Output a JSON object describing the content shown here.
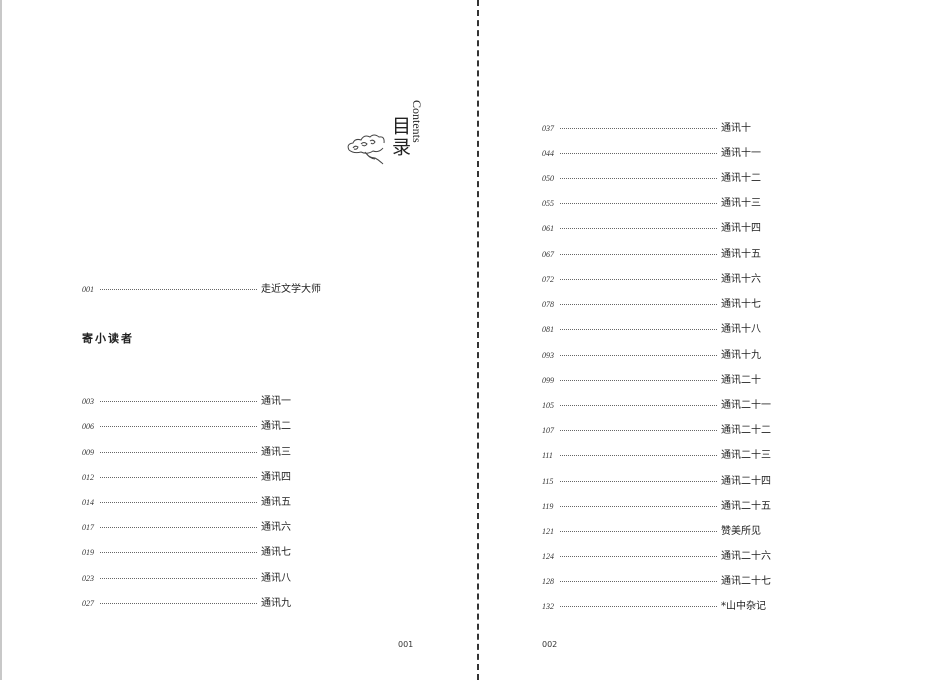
{
  "title": {
    "cn": "目录",
    "en": "Contents"
  },
  "left_page": {
    "intro": {
      "page": "001",
      "title": "走近文学大师"
    },
    "section_heading": "寄小读者",
    "entries": [
      {
        "page": "003",
        "title": "通讯一"
      },
      {
        "page": "006",
        "title": "通讯二"
      },
      {
        "page": "009",
        "title": "通讯三"
      },
      {
        "page": "012",
        "title": "通讯四"
      },
      {
        "page": "014",
        "title": "通讯五"
      },
      {
        "page": "017",
        "title": "通讯六"
      },
      {
        "page": "019",
        "title": "通讯七"
      },
      {
        "page": "023",
        "title": "通讯八"
      },
      {
        "page": "027",
        "title": "通讯九"
      }
    ],
    "page_number": "001"
  },
  "right_page": {
    "entries": [
      {
        "page": "037",
        "title": "通讯十"
      },
      {
        "page": "044",
        "title": "通讯十一"
      },
      {
        "page": "050",
        "title": "通讯十二"
      },
      {
        "page": "055",
        "title": "通讯十三"
      },
      {
        "page": "061",
        "title": "通讯十四"
      },
      {
        "page": "067",
        "title": "通讯十五"
      },
      {
        "page": "072",
        "title": "通讯十六"
      },
      {
        "page": "078",
        "title": "通讯十七"
      },
      {
        "page": "081",
        "title": "通讯十八"
      },
      {
        "page": "093",
        "title": "通讯十九"
      },
      {
        "page": "099",
        "title": "通讯二十"
      },
      {
        "page": "105",
        "title": "通讯二十一"
      },
      {
        "page": "107",
        "title": "通讯二十二"
      },
      {
        "page": "111",
        "title": "通讯二十三"
      },
      {
        "page": "115",
        "title": "通讯二十四"
      },
      {
        "page": "119",
        "title": "通讯二十五"
      },
      {
        "page": "121",
        "title": "赞美所见"
      },
      {
        "page": "124",
        "title": "通讯二十六"
      },
      {
        "page": "128",
        "title": "通讯二十七"
      },
      {
        "page": "132",
        "title": "*山中杂记"
      }
    ],
    "page_number": "002"
  },
  "colors": {
    "text": "#222222",
    "divider": "#333333",
    "edge": "#c8c8c8"
  }
}
